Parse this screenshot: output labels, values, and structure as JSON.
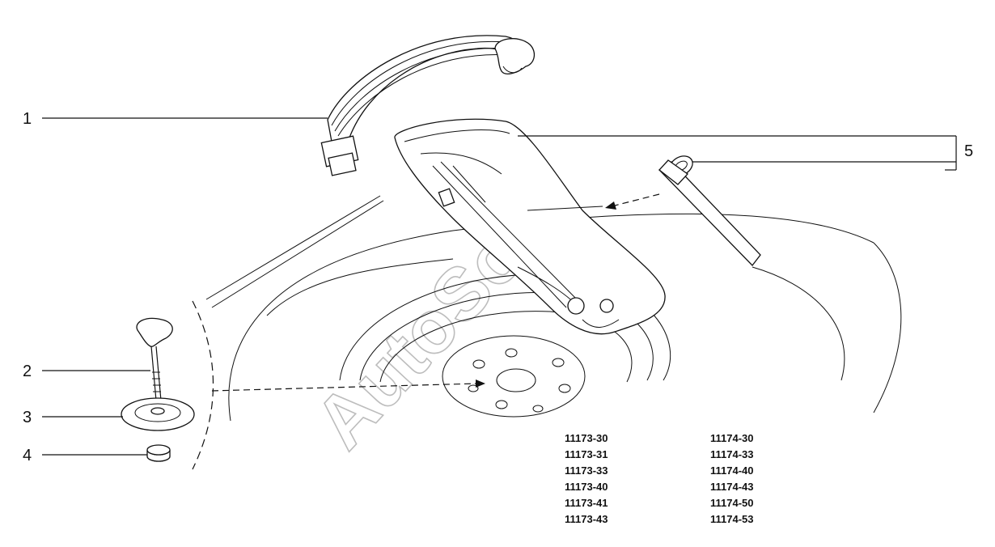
{
  "callouts": [
    "1",
    "2",
    "3",
    "4",
    "5"
  ],
  "watermark": "AutoSoft",
  "codes_left": [
    "11173-30",
    "11173-31",
    "11173-33",
    "11173-40",
    "11173-41",
    "11173-43"
  ],
  "codes_right": [
    "11174-30",
    "11174-33",
    "11174-40",
    "11174-43",
    "11174-50",
    "11174-53"
  ]
}
